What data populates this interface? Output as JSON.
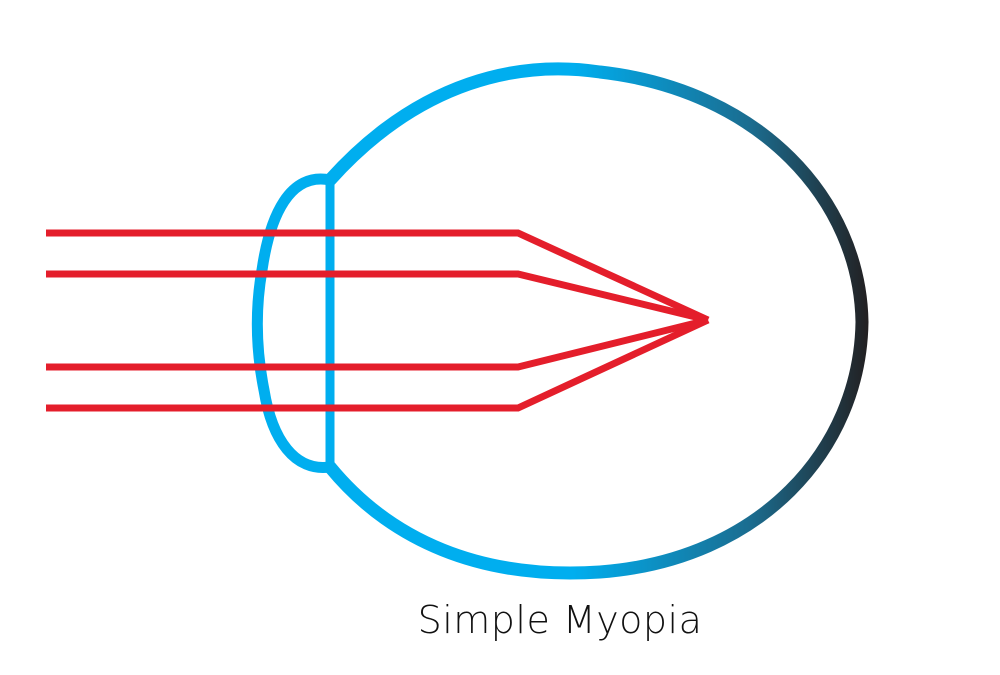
{
  "caption": "Simple Myopia",
  "colors": {
    "eye_front": "#00aeef",
    "eye_mid": "#1b6c8f",
    "eye_back": "#231f20",
    "light_rays": "#e41e2b",
    "caption_text": "#111111",
    "background": "#ffffff"
  },
  "diagram": {
    "subject": "eyeball-cross-section",
    "ray_count": 4,
    "focus": "in-front-of-retina"
  }
}
